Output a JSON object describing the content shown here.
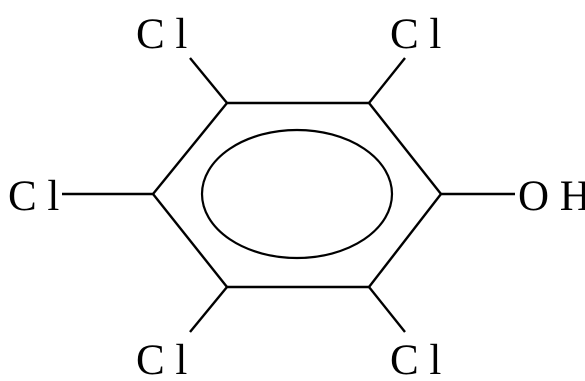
{
  "molecule": {
    "substituents": {
      "top_left": "C l",
      "top_right": "C l",
      "left": "C l",
      "right": "O H",
      "bottom_left": "C l",
      "bottom_right": "C l"
    }
  }
}
